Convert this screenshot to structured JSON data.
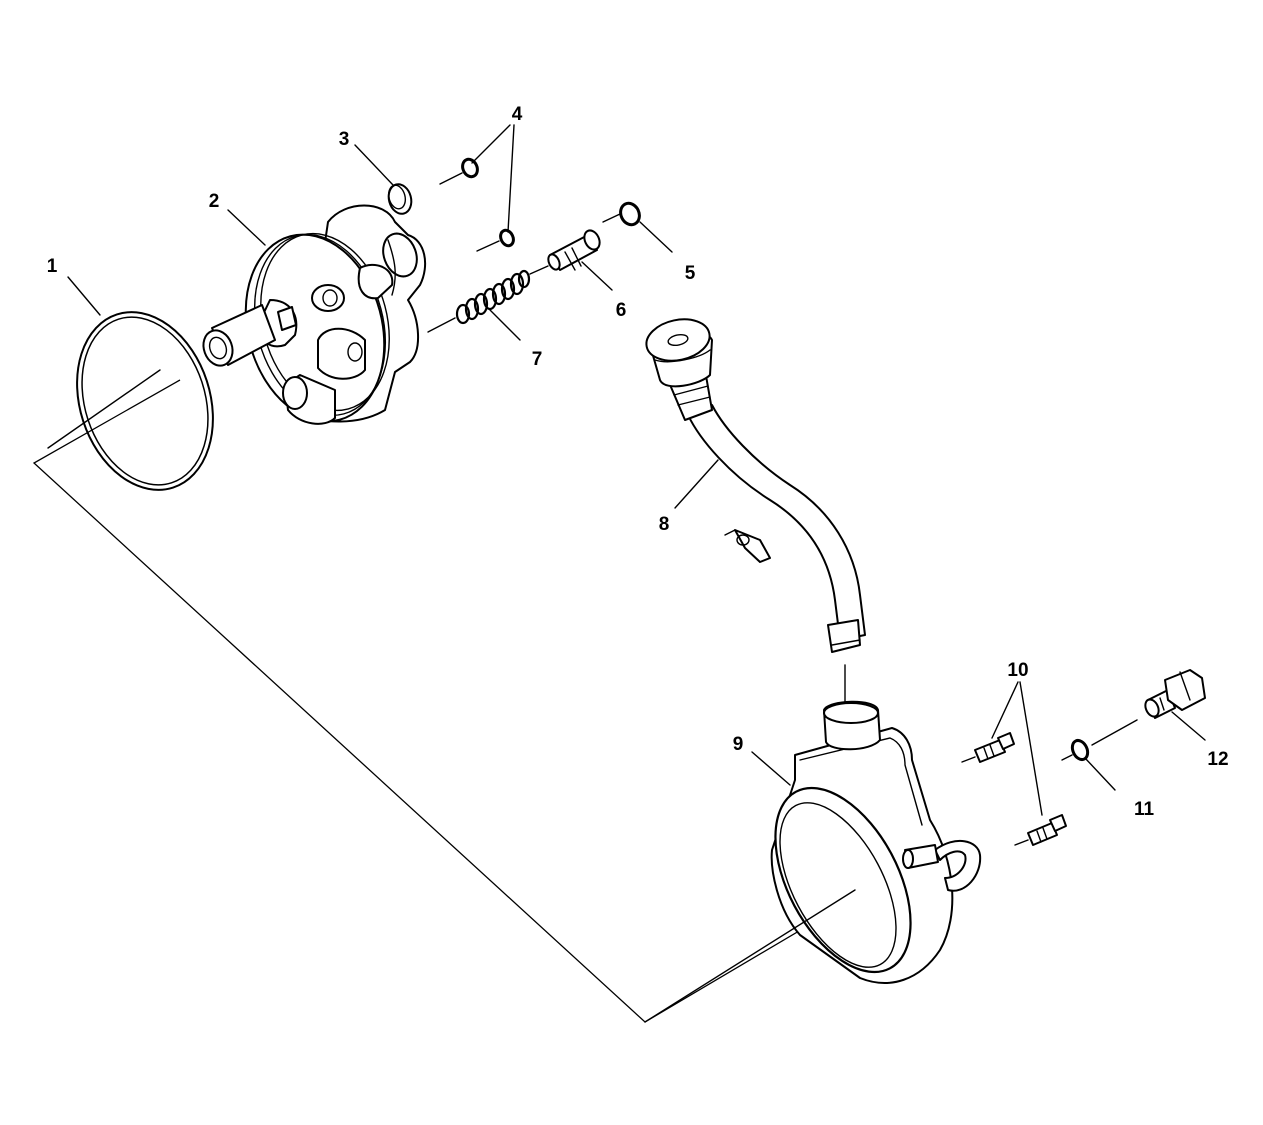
{
  "callouts": [
    {
      "id": 1,
      "text": "1",
      "part": "o-ring-large"
    },
    {
      "id": 2,
      "text": "2",
      "part": "pump-body"
    },
    {
      "id": 3,
      "text": "3",
      "part": "plug"
    },
    {
      "id": 4,
      "text": "4",
      "part": "o-rings-small"
    },
    {
      "id": 5,
      "text": "5",
      "part": "o-ring-valve"
    },
    {
      "id": 6,
      "text": "6",
      "part": "flow-control-valve"
    },
    {
      "id": 7,
      "text": "7",
      "part": "spring"
    },
    {
      "id": 8,
      "text": "8",
      "part": "filler-neck-cap"
    },
    {
      "id": 9,
      "text": "9",
      "part": "reservoir"
    },
    {
      "id": 10,
      "text": "10",
      "part": "studs"
    },
    {
      "id": 11,
      "text": "11",
      "part": "o-ring-fitting"
    },
    {
      "id": 12,
      "text": "12",
      "part": "fitting"
    }
  ],
  "colors": {
    "ink": "#000000",
    "paper": "#ffffff"
  }
}
